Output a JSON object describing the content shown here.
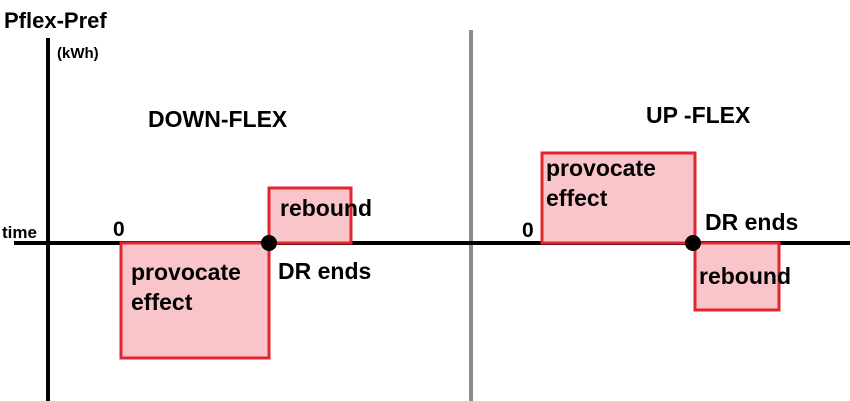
{
  "axis": {
    "y_label": "Pflex-Pref",
    "y_unit": "(kWh)",
    "x_label": "time"
  },
  "down_flex": {
    "title": "DOWN-FLEX",
    "zero": "0",
    "provocate_line1": "provocate",
    "provocate_line2": "effect",
    "rebound": "rebound",
    "dr_ends": "DR ends"
  },
  "up_flex": {
    "title": "UP -FLEX",
    "zero": "0",
    "provocate_line1": "provocate",
    "provocate_line2": "effect",
    "rebound": "rebound",
    "dr_ends": "DR ends"
  },
  "colors": {
    "box_fill": "#f9c5cb",
    "box_stroke": "#e0262e",
    "divider": "#8c8c8c",
    "axis": "#000000"
  }
}
